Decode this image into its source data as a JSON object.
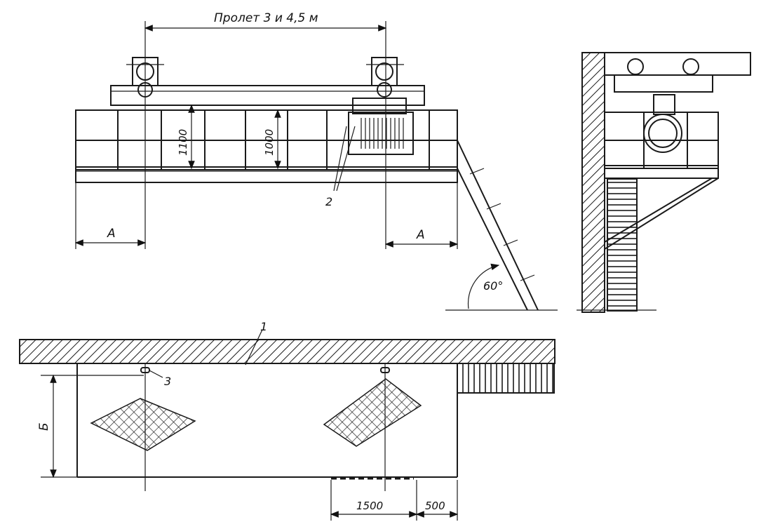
{
  "labels": {
    "span": "Пролет 3 и 4,5 м",
    "dim_1100": "1100",
    "dim_1000": "1000",
    "callout_2": "2",
    "dim_a_left": "A",
    "dim_a_right": "A",
    "angle": "60°",
    "callout_1": "1",
    "callout_3": "3",
    "dim_b": "Б",
    "dim_1500": "1500",
    "dim_500": "500"
  }
}
